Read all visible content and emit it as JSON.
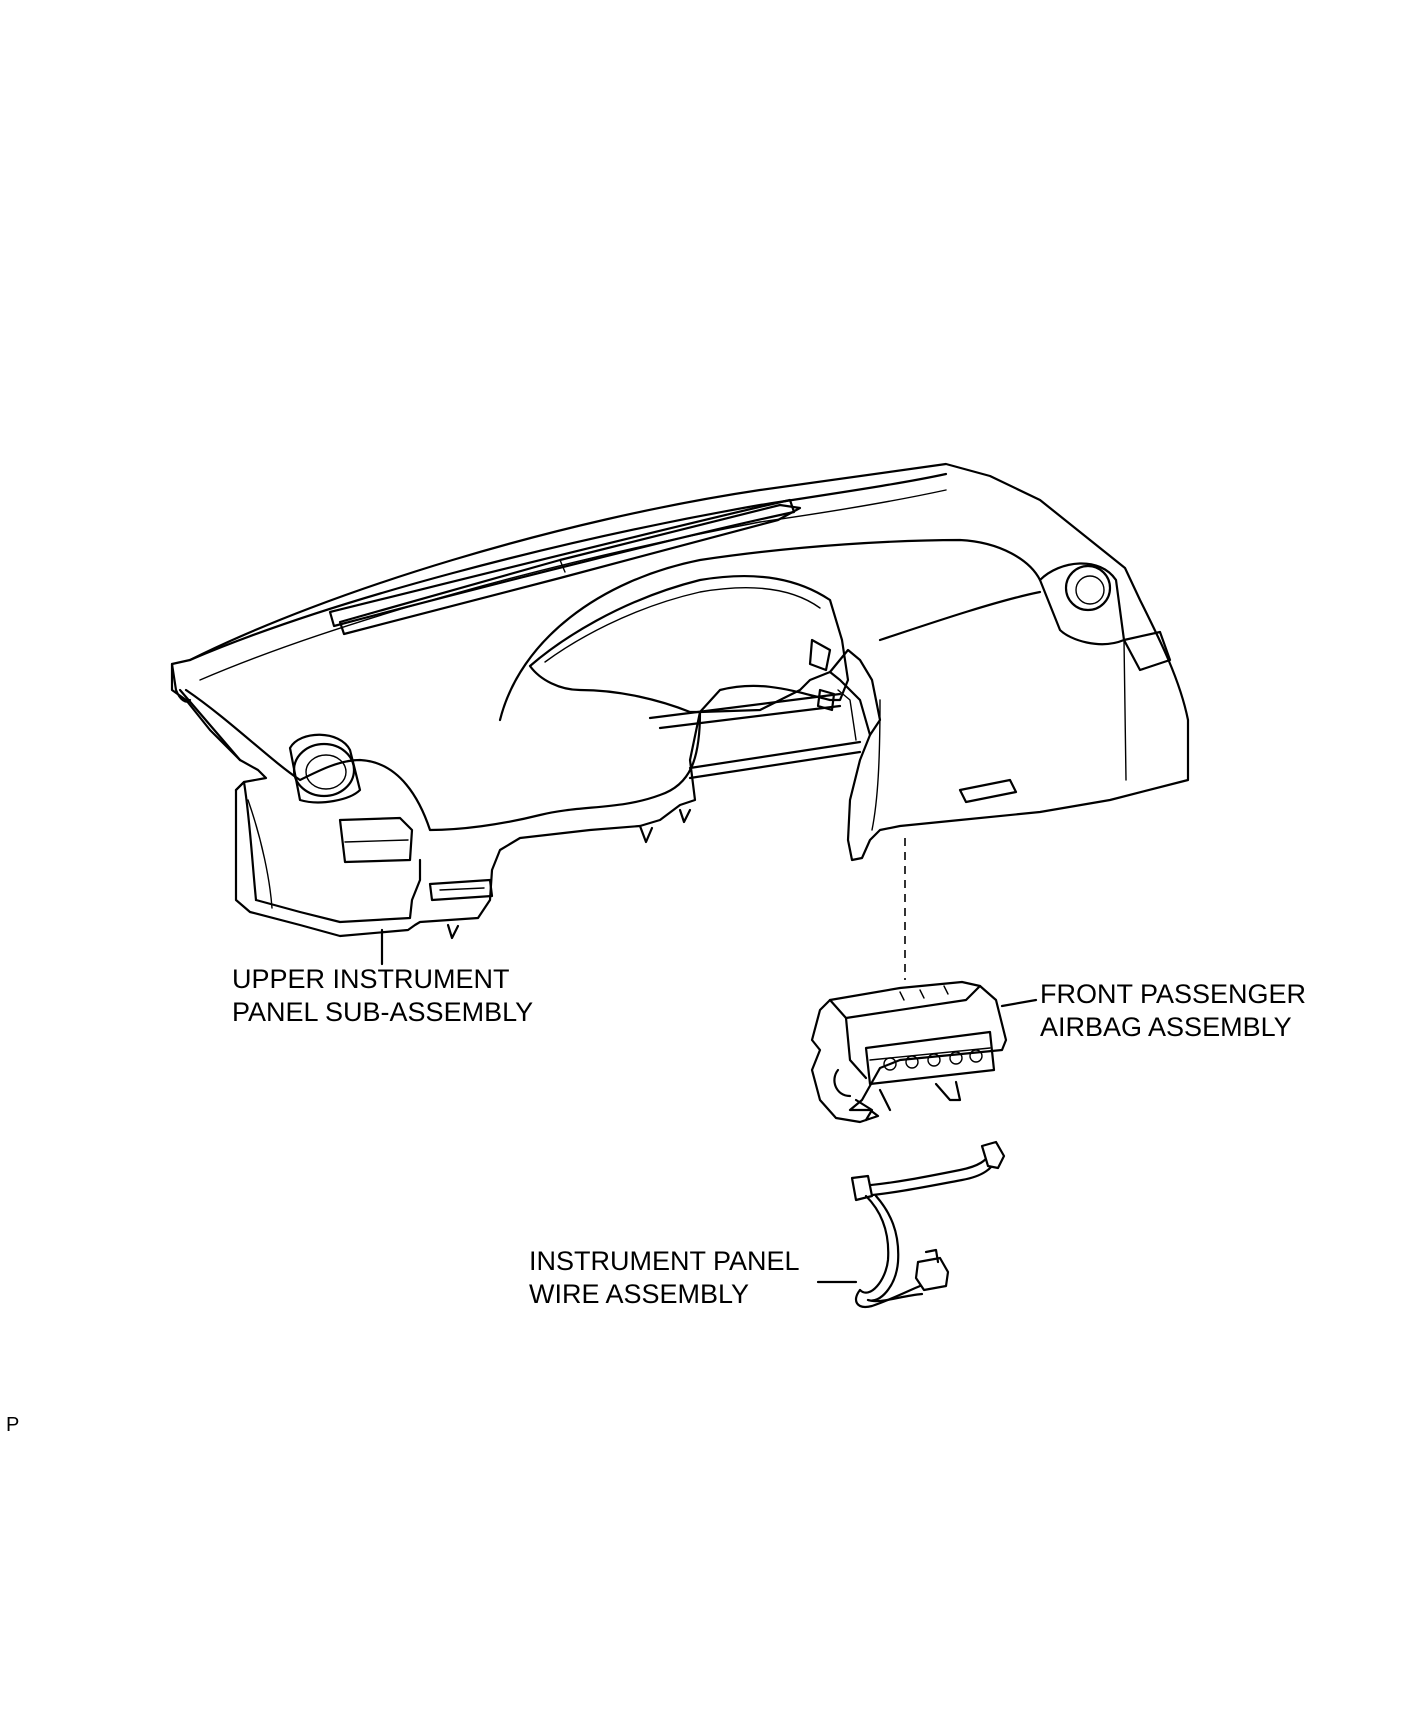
{
  "diagram": {
    "labels": {
      "upper_panel": {
        "line1": "UPPER INSTRUMENT",
        "line2": "PANEL SUB-ASSEMBLY"
      },
      "airbag": {
        "line1": "FRONT PASSENGER",
        "line2": "AIRBAG ASSEMBLY"
      },
      "wire": {
        "line1": "INSTRUMENT PANEL",
        "line2": "WIRE ASSEMBLY"
      }
    },
    "code": "P"
  }
}
